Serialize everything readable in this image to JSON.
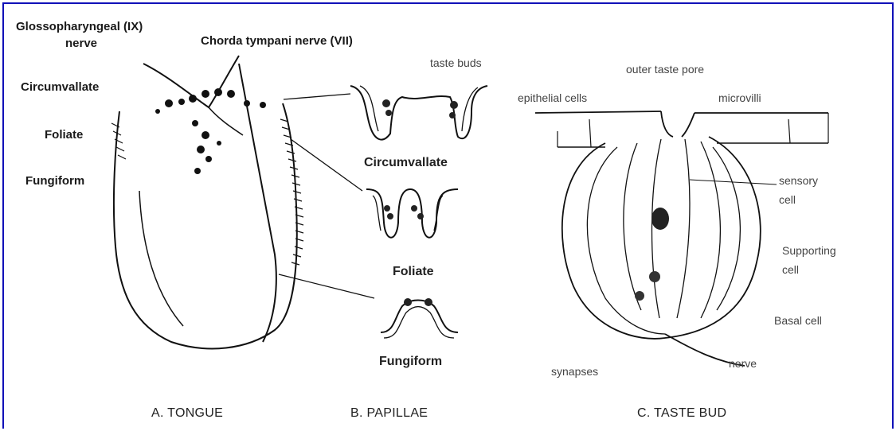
{
  "tongue": {
    "glosso_line1": "Glossopharyngeal (IX)",
    "glosso_line2": "nerve",
    "chorda": "Chorda tympani nerve (VII)",
    "circumvallate": "Circumvallate",
    "foliate": "Foliate",
    "fungiform": "Fungiform",
    "caption": "A.  TONGUE"
  },
  "papillae": {
    "taste_buds": "taste buds",
    "circumvallate": "Circumvallate",
    "foliate": "Foliate",
    "fungiform": "Fungiform",
    "caption": "B. PAPILLAE"
  },
  "taste_bud": {
    "outer_taste_pore": "outer taste pore",
    "epithelial_cells": "epithelial cells",
    "microvilli": "microvilli",
    "sensory_line1": "sensory",
    "sensory_line2": "cell",
    "supporting_line1": "Supporting",
    "supporting_line2": "cell",
    "basal": "Basal cell",
    "nerve": "nerve",
    "synapses": "synapses",
    "caption": "C. TASTE BUD"
  },
  "colors": {
    "border": "#1010b8",
    "ink": "#1a1a1a"
  }
}
